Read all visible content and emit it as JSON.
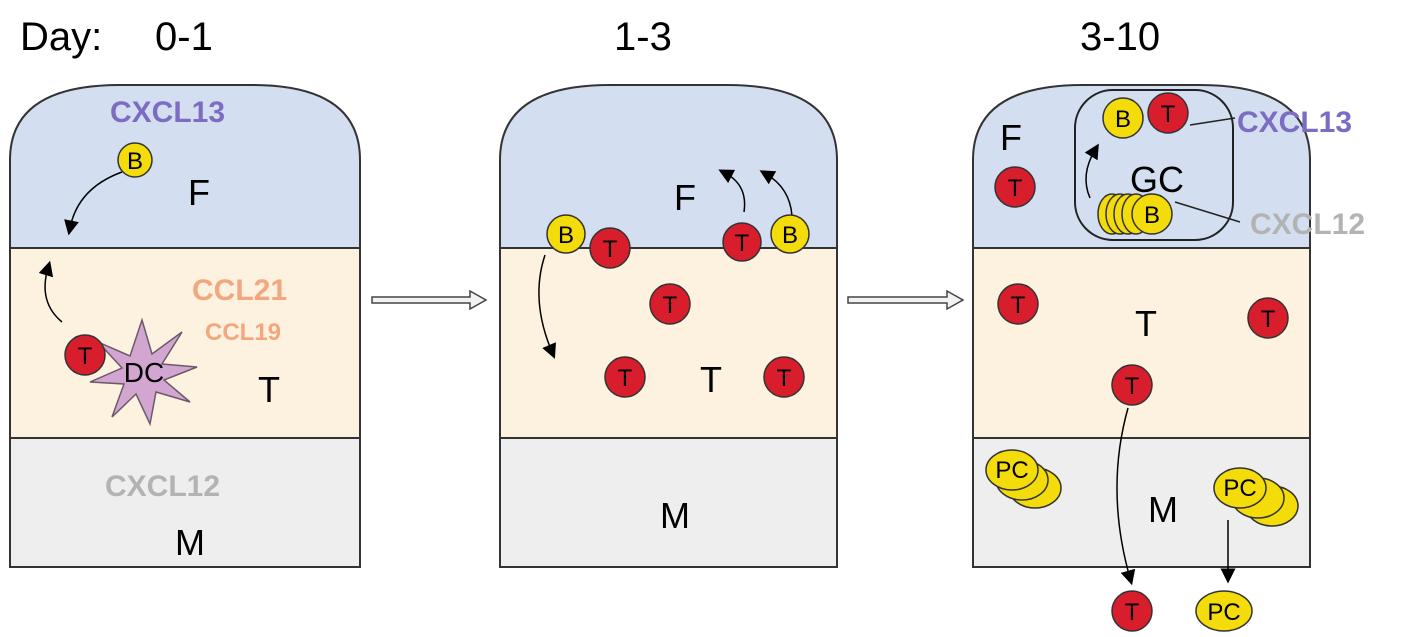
{
  "headers": {
    "day_label": "Day:",
    "stage1": "0-1",
    "stage2": "1-3",
    "stage3": "3-10"
  },
  "zones": {
    "follicle": "F",
    "t_zone": "T",
    "medulla": "M",
    "germinal_center": "GC"
  },
  "chemokines": {
    "cxcl13": "CXCL13",
    "ccl21": "CCL21",
    "ccl19": "CCL19",
    "cxcl12": "CXCL12"
  },
  "cells": {
    "b_cell": "B",
    "t_cell": "T",
    "dendritic_cell": "DC",
    "plasma_cell": "PC"
  },
  "colors": {
    "follicle_fill": "#d3dff0",
    "t_zone_fill": "#fdf2df",
    "medulla_fill": "#eeeeee",
    "b_cell": "#f3dc0a",
    "t_cell": "#d81e2c",
    "dendritic_cell": "#d2a6d1",
    "cxcl13_text": "#7b6dc4",
    "ccl_text": "#f2a77e",
    "cxcl12_text": "#b3b3b3"
  }
}
